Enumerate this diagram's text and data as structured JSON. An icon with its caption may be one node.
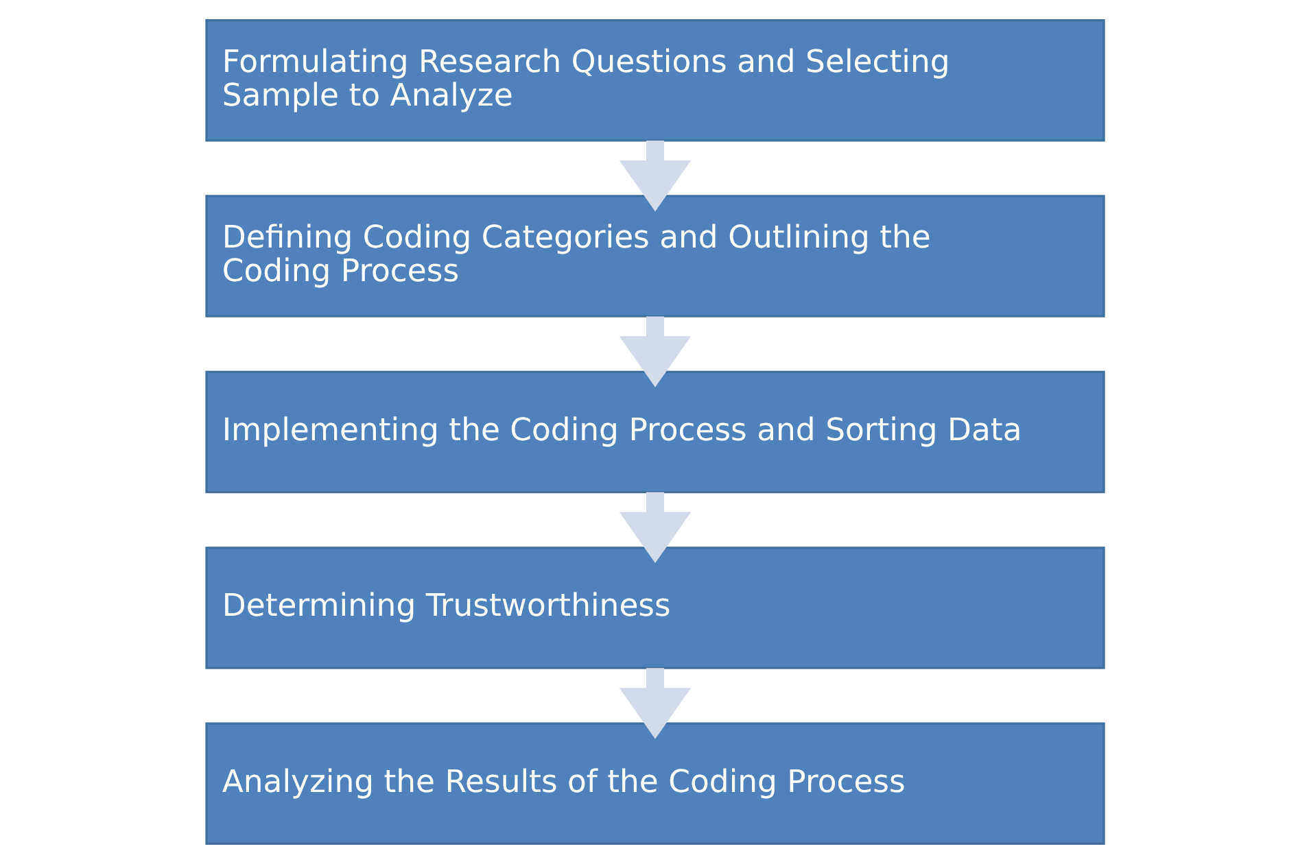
{
  "diagram": {
    "nodes": [
      {
        "text": [
          "Formulating Research Questions and Selecting Sample to Analyze"
        ]
      },
      {
        "text": [
          "Defining Coding Categories and Outlining the Coding Process"
        ]
      },
      {
        "text": [
          "Implementing the Coding Process and Sorting Data"
        ]
      },
      {
        "text": [
          "Determining Trustworthiness"
        ]
      },
      {
        "text": [
          "Analyzing the Results of the Coding Process"
        ]
      }
    ],
    "edges": [
      {
        "from": 0,
        "to": 1,
        "arrow": "to"
      },
      {
        "from": 1,
        "to": 2,
        "arrow": "to"
      },
      {
        "from": 2,
        "to": 3,
        "arrow": "to"
      },
      {
        "from": 3,
        "to": 4,
        "arrow": "to"
      }
    ]
  }
}
